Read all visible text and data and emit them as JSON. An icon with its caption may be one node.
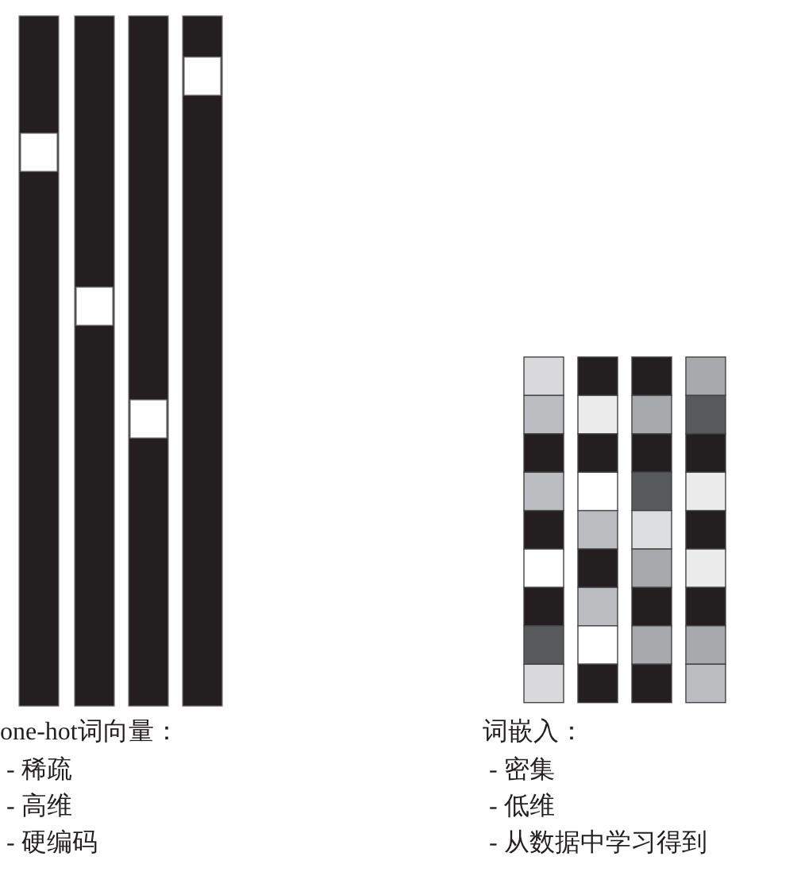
{
  "diagram": {
    "labels": [
      "one-hot词向量：",
      "- 稀疏",
      "- 高维",
      "- 硬编码",
      "词嵌入：",
      "- 密集",
      "- 低维",
      "- 从数据中学习得到"
    ]
  }
}
